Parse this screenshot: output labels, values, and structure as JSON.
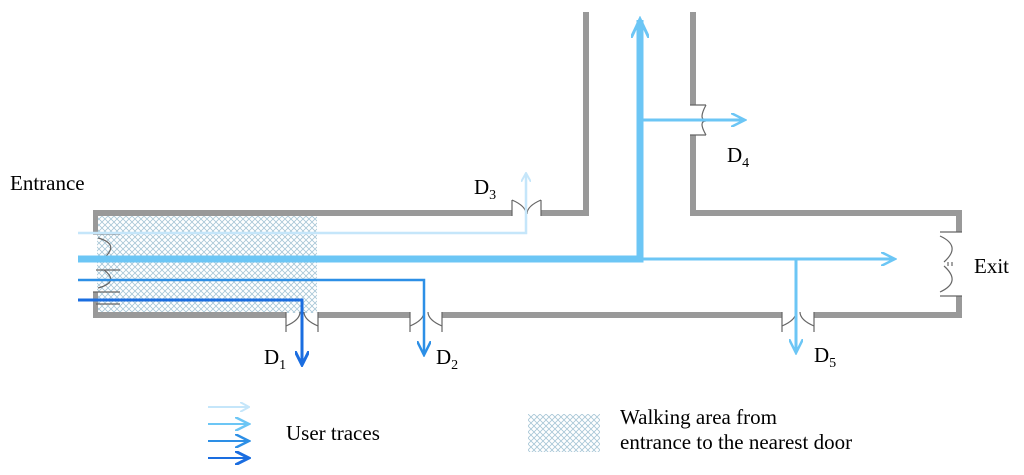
{
  "labels": {
    "entrance": "Entrance",
    "exit": "Exit",
    "d1": "D",
    "d1_sub": "1",
    "d2": "D",
    "d2_sub": "2",
    "d3": "D",
    "d3_sub": "3",
    "d4": "D",
    "d4_sub": "4",
    "d5": "D",
    "d5_sub": "5"
  },
  "legend": {
    "user_traces": "User traces",
    "walking_area_line1": "Walking area from",
    "walking_area_line2": "entrance to the nearest door"
  },
  "colors": {
    "wall": "#999999",
    "trace_lightest": "#c5e6fa",
    "trace_light": "#8dd3f7",
    "trace_mid": "#3aa8ee",
    "trace_dark": "#1a6de0",
    "hatch": "#9fc2d4"
  }
}
